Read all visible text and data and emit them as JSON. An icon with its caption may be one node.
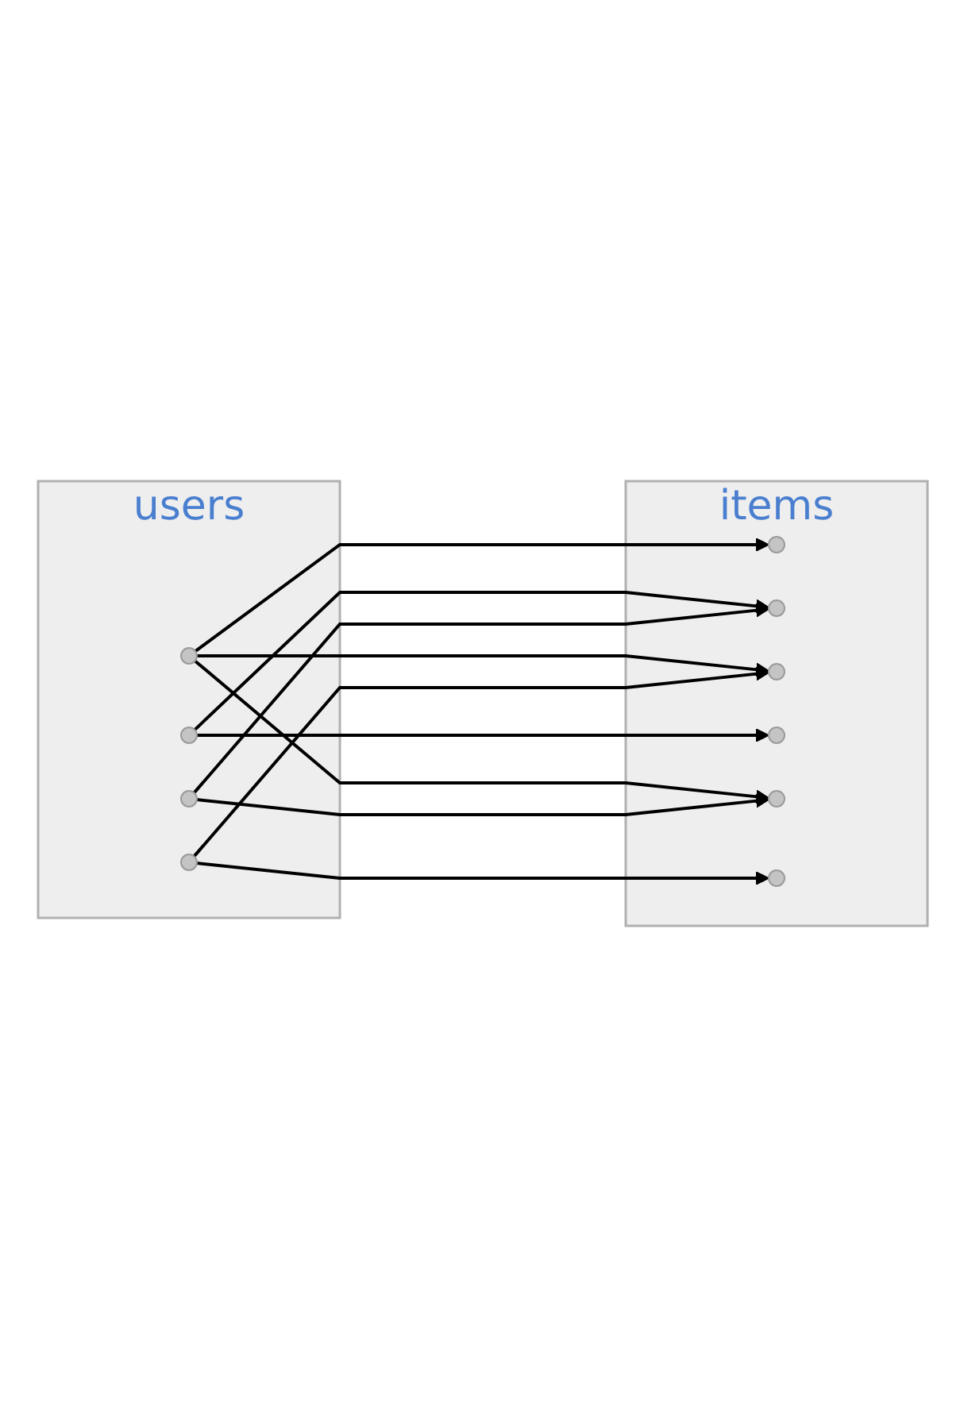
{
  "diagram": {
    "nodes": [
      {
        "text": [
          "users"
        ]
      },
      {
        "text": [],
        "shape": "circle",
        "in": 0
      },
      {
        "text": [],
        "shape": "circle",
        "in": 0
      },
      {
        "text": [],
        "shape": "circle",
        "in": 0
      },
      {
        "text": [],
        "shape": "circle",
        "in": 0
      },
      {
        "text": [
          "items"
        ]
      },
      {
        "text": [],
        "shape": "circle",
        "in": 5
      },
      {
        "text": [],
        "shape": "circle",
        "in": 5
      },
      {
        "text": [],
        "shape": "circle",
        "in": 5
      },
      {
        "text": [],
        "shape": "circle",
        "in": 5
      },
      {
        "text": [],
        "shape": "circle",
        "in": 5
      },
      {
        "text": [],
        "shape": "circle",
        "in": 5
      }
    ],
    "edges": [
      {
        "from": 1,
        "to": 6,
        "arrow": "to"
      },
      {
        "from": 1,
        "to": 8,
        "arrow": "to"
      },
      {
        "from": 1,
        "to": 10,
        "arrow": "to"
      },
      {
        "from": 2,
        "to": 7,
        "arrow": "to"
      },
      {
        "from": 2,
        "to": 9,
        "arrow": "to"
      },
      {
        "from": 3,
        "to": 7,
        "arrow": "to"
      },
      {
        "from": 3,
        "to": 10,
        "arrow": "to"
      },
      {
        "from": 4,
        "to": 8,
        "arrow": "to"
      },
      {
        "from": 4,
        "to": 11,
        "arrow": "to"
      }
    ]
  }
}
